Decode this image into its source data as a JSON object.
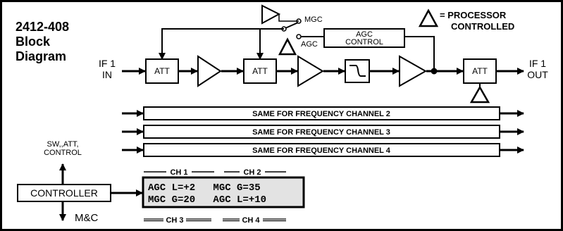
{
  "diagram": {
    "title_lines": [
      "2412-408",
      "Block",
      "Diagram"
    ],
    "processor_note_lines": [
      "= PROCESSOR",
      "CONTROLLED"
    ],
    "input_label_lines": [
      "IF 1",
      "IN"
    ],
    "output_label_lines": [
      "IF 1",
      "OUT"
    ],
    "att_label": "ATT",
    "mgc_label": "MGC",
    "agc_label": "AGC",
    "agc_control_lines": [
      "AGC",
      "CONTROL"
    ],
    "channel_bars": [
      "SAME FOR FREQUENCY CHANNEL 2",
      "SAME FOR FREQUENCY CHANNEL 3",
      "SAME FOR FREQUENCY CHANNEL 4"
    ],
    "sw_att_control_lines": [
      "SW,,ATT,",
      "CONTROL"
    ],
    "controller_label": "CONTROLLER",
    "mc_label": "M&C",
    "display": {
      "header_ch1": "CH 1",
      "header_ch2": "CH 2",
      "line1": "AGC L=+2   MGC G=35",
      "line2": "MGC G=20   AGC L=+10",
      "footer_ch3": "CH 3",
      "footer_ch4": "CH 4"
    }
  }
}
